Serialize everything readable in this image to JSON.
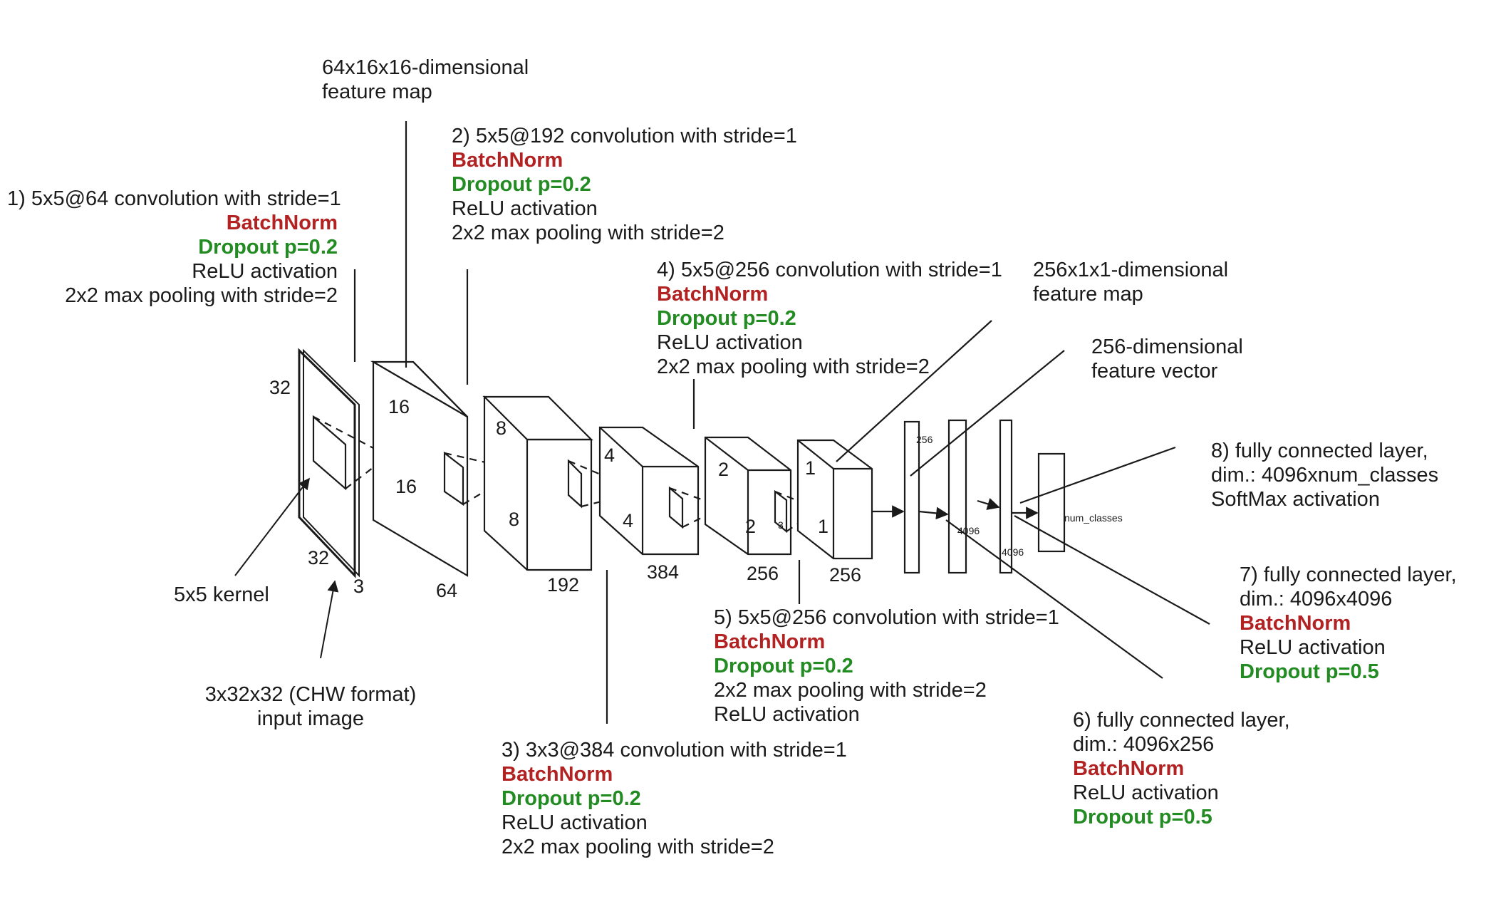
{
  "annotations": {
    "layer1": {
      "title": "1) 5x5@64 convolution with stride=1",
      "batchnorm": "BatchNorm",
      "dropout": "Dropout p=0.2",
      "activation": "ReLU activation",
      "pooling": "2x2 max pooling with stride=2"
    },
    "feature_map_64": {
      "line1": "64x16x16-dimensional",
      "line2": "feature map"
    },
    "layer2": {
      "title": "2) 5x5@192 convolution with stride=1",
      "batchnorm": "BatchNorm",
      "dropout": "Dropout p=0.2",
      "activation": "ReLU activation",
      "pooling": "2x2 max pooling with stride=2"
    },
    "layer3": {
      "title": "3) 3x3@384 convolution with stride=1",
      "batchnorm": "BatchNorm",
      "dropout": "Dropout p=0.2",
      "activation": "ReLU activation",
      "pooling": "2x2 max pooling with stride=2"
    },
    "layer4": {
      "title": "4) 5x5@256 convolution with stride=1",
      "batchnorm": "BatchNorm",
      "dropout": "Dropout p=0.2",
      "activation": "ReLU activation",
      "pooling": "2x2 max pooling with stride=2"
    },
    "layer5": {
      "title": "5) 5x5@256 convolution with stride=1",
      "batchnorm": "BatchNorm",
      "dropout": "Dropout p=0.2",
      "pooling": "2x2 max pooling with stride=2",
      "activation": "ReLU activation"
    },
    "feature_map_256": {
      "line1": "256x1x1-dimensional",
      "line2": "feature map"
    },
    "feature_vector": {
      "line1": "256-dimensional",
      "line2": "feature vector"
    },
    "layer6": {
      "title": "6) fully connected layer,",
      "dim": "dim.: 4096x256",
      "batchnorm": "BatchNorm",
      "activation": "ReLU activation",
      "dropout": "Dropout p=0.5"
    },
    "layer7": {
      "title": "7) fully connected layer,",
      "dim": "dim.: 4096x4096",
      "batchnorm": "BatchNorm",
      "activation": "ReLU activation",
      "dropout": "Dropout p=0.5"
    },
    "layer8": {
      "title": "8) fully connected layer,",
      "dim": "dim.: 4096xnum_classes",
      "activation": "SoftMax activation"
    },
    "kernel": "5x5 kernel",
    "input": {
      "line1": "3x32x32 (CHW format)",
      "line2": "input image"
    }
  },
  "dims": {
    "input_h": "32",
    "input_w": "32",
    "input_c": "3",
    "c1_h": "16",
    "c1_w": "16",
    "c1_c": "64",
    "c2_h": "8",
    "c2_w": "8",
    "c2_c": "192",
    "c3_h": "4",
    "c3_w": "4",
    "c3_c": "384",
    "c4_h": "2",
    "c4_w": "2",
    "c4_c": "256",
    "c5_h": "1",
    "c5_w": "1",
    "c5_c": "256",
    "c5_kernel": "3",
    "fc_in": "256",
    "fc6": "4096",
    "fc7": "4096",
    "fc8": "num_classes"
  },
  "colors": {
    "batchnorm": "#b22222",
    "dropout": "#228b22",
    "line": "#1a1a1a"
  }
}
